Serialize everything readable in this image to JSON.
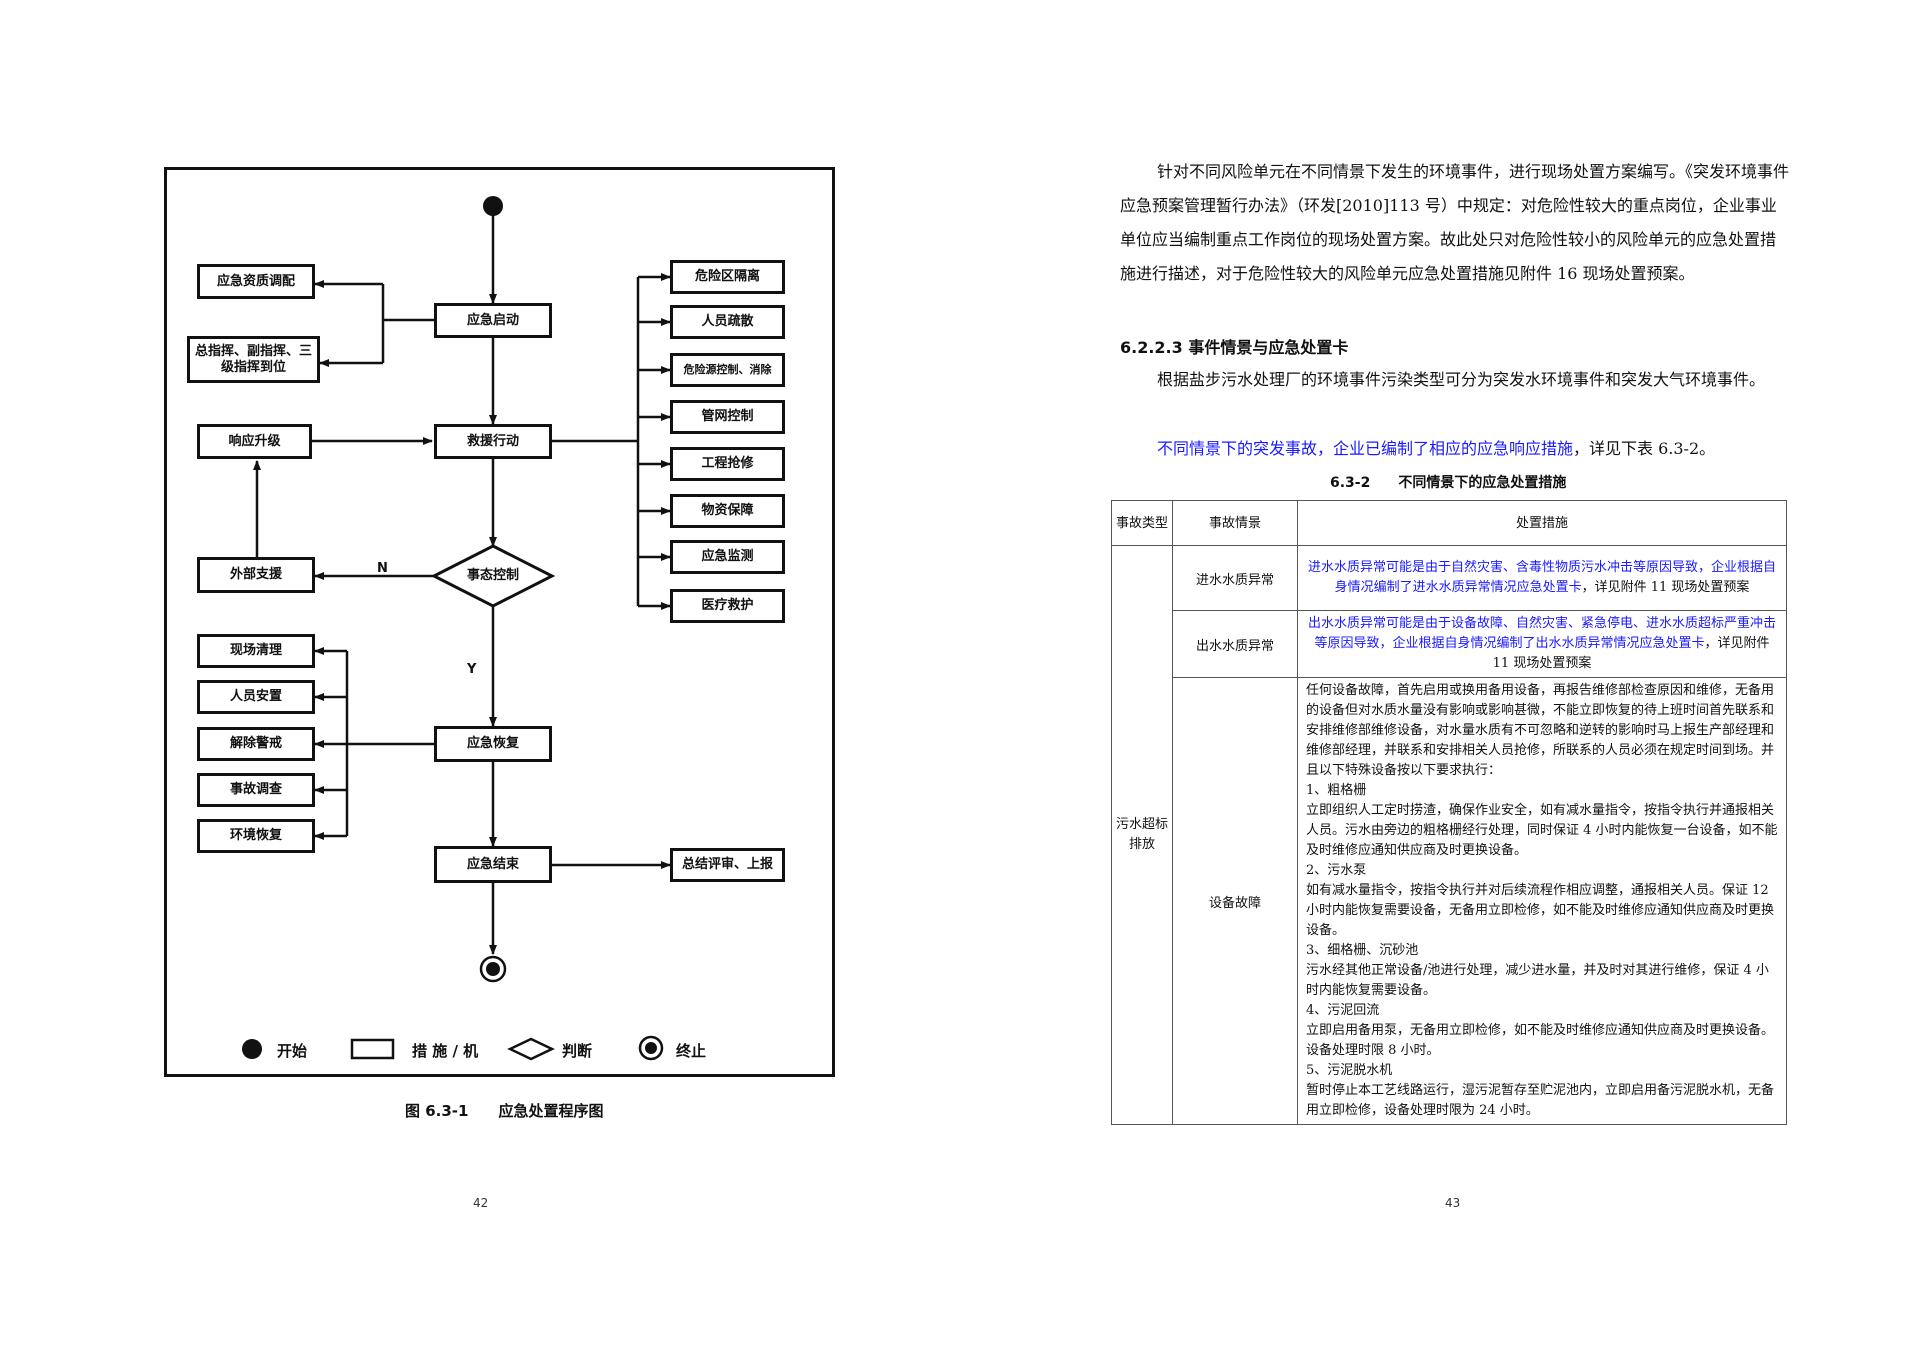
{
  "left_page": {
    "flowchart": {
      "center_nodes": {
        "activate": "应急启动",
        "rescue": "救援行动",
        "decision": "事态控制",
        "recovery": "应急恢复",
        "end": "应急结束"
      },
      "left_nodes_top": [
        "应急资质调配",
        "总指挥、副指挥、三级指挥到位"
      ],
      "upgrade": "响应升级",
      "external": "外部支援",
      "right_actions": [
        "危险区隔离",
        "人员疏散",
        "危险源控制、消除",
        "管网控制",
        "工程抢修",
        "物资保障",
        "应急监测",
        "医疗救护"
      ],
      "recovery_actions": [
        "现场清理",
        "人员安置",
        "解除警戒",
        "事故调查",
        "环境恢复"
      ],
      "report": "总结评审、上报",
      "branch_no": "N",
      "branch_yes": "Y",
      "legend": {
        "start": "开始",
        "measure": "措 施 / 机",
        "judge": "判断",
        "terminate": "终止"
      }
    },
    "caption": "图 6.3-1　　应急处置程序图",
    "page_number": "42"
  },
  "right_page": {
    "paragraph1": "针对不同风险单元在不同情景下发生的环境事件，进行现场处置方案编写。《突发环境事件应急预案管理暂行办法》（环发[2010]113 号）中规定：对危险性较大的重点岗位，企业事业单位应当编制重点工作岗位的现场处置方案。故此处只对危险性较小的风险单元的应急处置措施进行描述，对于危险性较大的风险单元应急处置措施见附件 16 现场处置预案。",
    "heading": "6.2.2.3 事件情景与应急处置卡",
    "paragraph2": "根据盐步污水处理厂的环境事件污染类型可分为突发水环境事件和突发大气环境事件。",
    "paragraph3_blue": "不同情景下的突发事故，企业已编制了相应的应急响应措施",
    "paragraph3_tail": "，详见下表 6.3-2。",
    "table_title": "6.3-2　　不同情景下的应急处置措施",
    "table": {
      "headers": [
        "事故类型",
        "事故情景",
        "处置措施"
      ],
      "accident_type": "污水超标排放",
      "rows": [
        {
          "scene": "进水水质异常",
          "measure_blue": "进水水质异常可能是由于自然灾害、含毒性物质污水冲击等原因导致，企业根据自身情况编制了进水水质异常情况应急处置卡",
          "measure_tail": "，详见附件 11 现场处置预案"
        },
        {
          "scene": "出水水质异常",
          "measure_blue": "出水水质异常可能是由于设备故障、自然灾害、紧急停电、进水水质超标严重冲击等原因导致，企业根据自身情况编制了出水水质异常情况应急处置卡",
          "measure_tail": "，详见附件 11 现场处置预案"
        },
        {
          "scene": "设备故障",
          "measure_lines": [
            "任何设备故障，首先启用或换用备用设备，再报告维修部检查原因和维修，无备用的设备但对水质水量没有影响或影响甚微，不能立即恢复的待上班时间首先联系和安排维修部维修设备，对水量水质有不可忽略和逆转的影响时马上报生产部经理和维修部经理，并联系和安排相关人员抢修，所联系的人员必须在规定时间到场。并且以下特殊设备按以下要求执行：",
            "1、粗格栅",
            "立即组织人工定时捞渣，确保作业安全，如有减水量指令，按指令执行并通报相关人员。污水由旁边的粗格栅经行处理，同时保证 4 小时内能恢复一台设备，如不能及时维修应通知供应商及时更换设备。",
            "2、污水泵",
            "如有减水量指令，按指令执行并对后续流程作相应调整，通报相关人员。保证 12 小时内能恢复需要设备，无备用立即检修，如不能及时维修应通知供应商及时更换设备。",
            "3、细格栅、沉砂池",
            "污水经其他正常设备/池进行处理，减少进水量，并及时对其进行维修，保证 4 小时内能恢复需要设备。",
            "4、污泥回流",
            "立即启用备用泵，无备用立即检修，如不能及时维修应通知供应商及时更换设备。设备处理时限 8 小时。",
            "5、污泥脱水机",
            "暂时停止本工艺线路运行，湿污泥暂存至贮泥池内，立即启用备污泥脱水机，无备用立即检修，设备处理时限为 24 小时。"
          ]
        }
      ]
    },
    "page_number": "43"
  }
}
